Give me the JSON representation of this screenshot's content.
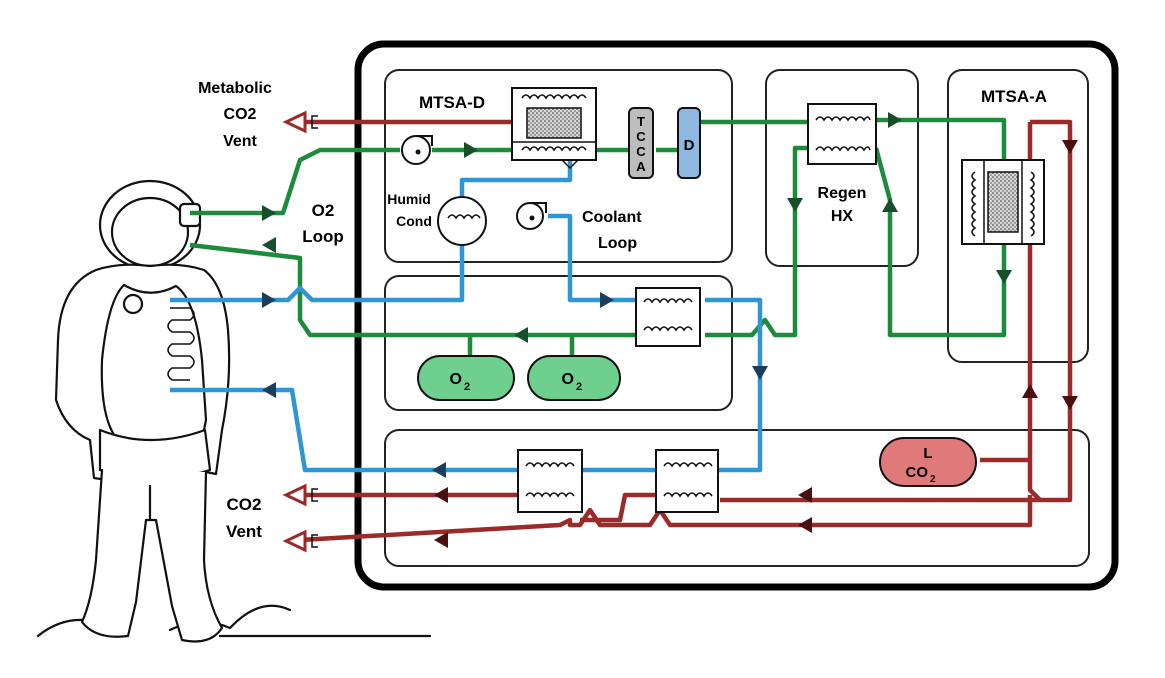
{
  "labels": {
    "mtsa_d": "MTSA-D",
    "mtsa_a": "MTSA-A",
    "metabolic_line1": "Metabolic",
    "metabolic_line2": "CO2",
    "metabolic_line3": "Vent",
    "tcca_t": "T",
    "tcca_c1": "C",
    "tcca_c2": "C",
    "tcca_a": "A",
    "dryer": "D",
    "regen_line1": "Regen",
    "regen_line2": "HX",
    "humid_line1": "Humid",
    "humid_line2": "Cond",
    "coolant_line1": "Coolant",
    "coolant_line2": "Loop",
    "o2loop_line1": "O2",
    "o2loop_line2": "Loop",
    "o2_tank_1": "O",
    "o2_tank_1_sub": "2",
    "o2_tank_2": "O",
    "o2_tank_2_sub": "2",
    "lco2_line1": "L",
    "lco2_line2": "CO",
    "lco2_sub": "2",
    "co2vent_line1": "CO2",
    "co2vent_line2": "Vent"
  },
  "colors": {
    "o2_loop": "#1e8a3c",
    "coolant_loop": "#2e96d4",
    "co2_loop": "#9b2a2a",
    "o2_tank_fill": "#6fcf8e",
    "lco2_fill": "#e07a7a",
    "tcca_fill": "#bdbdbd",
    "dryer_fill": "#8fb8e0"
  },
  "icons": [
    "astronaut-figure",
    "fan-icon",
    "heat-exchanger-icon",
    "vent-arrow-icon"
  ]
}
